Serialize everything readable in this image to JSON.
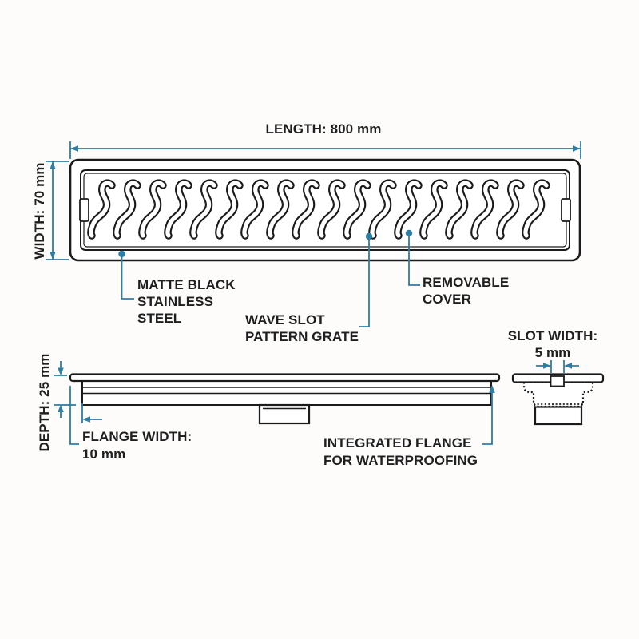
{
  "title": "Linear shower drain specification diagram",
  "colors": {
    "dimension_blue": "#2e7da2",
    "line": "#1b1b1b",
    "text": "#1f1f1f",
    "background": "#fdfcfb"
  },
  "dimensions": {
    "length_label": "LENGTH: 800 mm",
    "width_label": "WIDTH: 70 mm",
    "depth_label": "DEPTH: 25 mm",
    "flange_width_lines": [
      "FLANGE WIDTH:",
      "10 mm"
    ],
    "slot_width_lines": [
      "SLOT WIDTH:",
      "5 mm"
    ]
  },
  "callouts": {
    "material_lines": [
      "MATTE BLACK",
      "STAINLESS",
      "STEEL"
    ],
    "grate_lines": [
      "WAVE SLOT",
      "PATTERN GRATE"
    ],
    "cover_lines": [
      "REMOVABLE",
      "COVER"
    ],
    "waterproof_lines": [
      "INTEGRATED FLANGE",
      "FOR WATERPROOFING"
    ]
  }
}
